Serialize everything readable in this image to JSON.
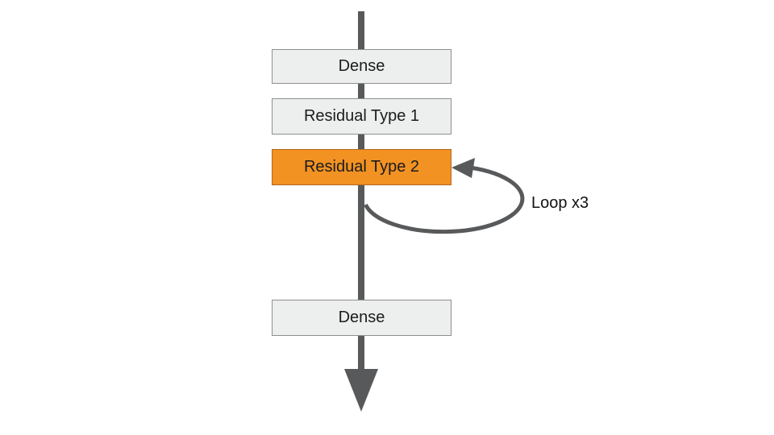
{
  "diagram": {
    "nodes": [
      {
        "id": "dense-top",
        "label": "Dense",
        "highlighted": false
      },
      {
        "id": "residual-type-1",
        "label": "Residual Type 1",
        "highlighted": false
      },
      {
        "id": "residual-type-2",
        "label": "Residual Type 2",
        "highlighted": true
      },
      {
        "id": "dense-bottom",
        "label": "Dense",
        "highlighted": false
      }
    ],
    "loop": {
      "label": "Loop x3",
      "attached_to": "Residual Type 2"
    },
    "colors": {
      "background": "#ffffff",
      "node_fill": "#edeeee",
      "node_border": "#8f8f8f",
      "highlight_fill": "#f29223",
      "highlight_border": "#b2691f",
      "connector": "#58595b",
      "text": "#1c1c1c"
    }
  }
}
